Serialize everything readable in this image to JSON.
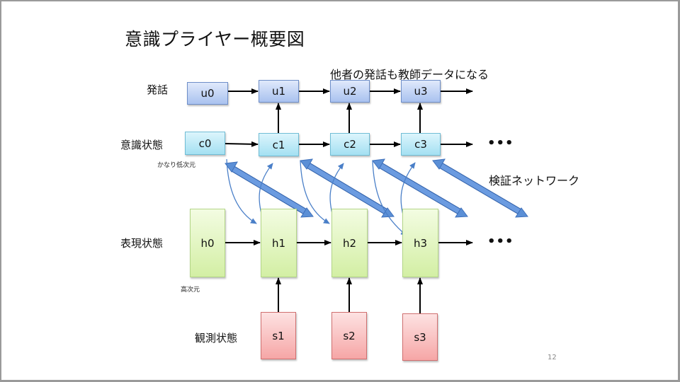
{
  "slide": {
    "title": "意識プライヤー概要図",
    "page_number": "12"
  },
  "annotations": {
    "teacher_note": "他者の発話も教師データになる",
    "verifier_network": "検証ネットワーク",
    "low_dim": "かなり低次元",
    "high_dim": "高次元",
    "ellipsis": "…"
  },
  "rows": {
    "utterance": {
      "label": "発話",
      "nodes": [
        "u0",
        "u1",
        "u2",
        "u3"
      ]
    },
    "conscious": {
      "label": "意識状態",
      "nodes": [
        "c0",
        "c1",
        "c2",
        "c3"
      ]
    },
    "representation": {
      "label": "表現状態",
      "nodes": [
        "h0",
        "h1",
        "h2",
        "h3"
      ]
    },
    "observation": {
      "label": "観測状態",
      "nodes": [
        "s1",
        "s2",
        "s3"
      ]
    }
  },
  "colors": {
    "utterance_box": "#a9c2ef",
    "conscious_box": "#a4e0f2",
    "representation_box": "#d3efa4",
    "observation_box": "#f6a6a6",
    "verifier_arrow": "#5b8fd6",
    "flow_arrow": "#000000"
  }
}
